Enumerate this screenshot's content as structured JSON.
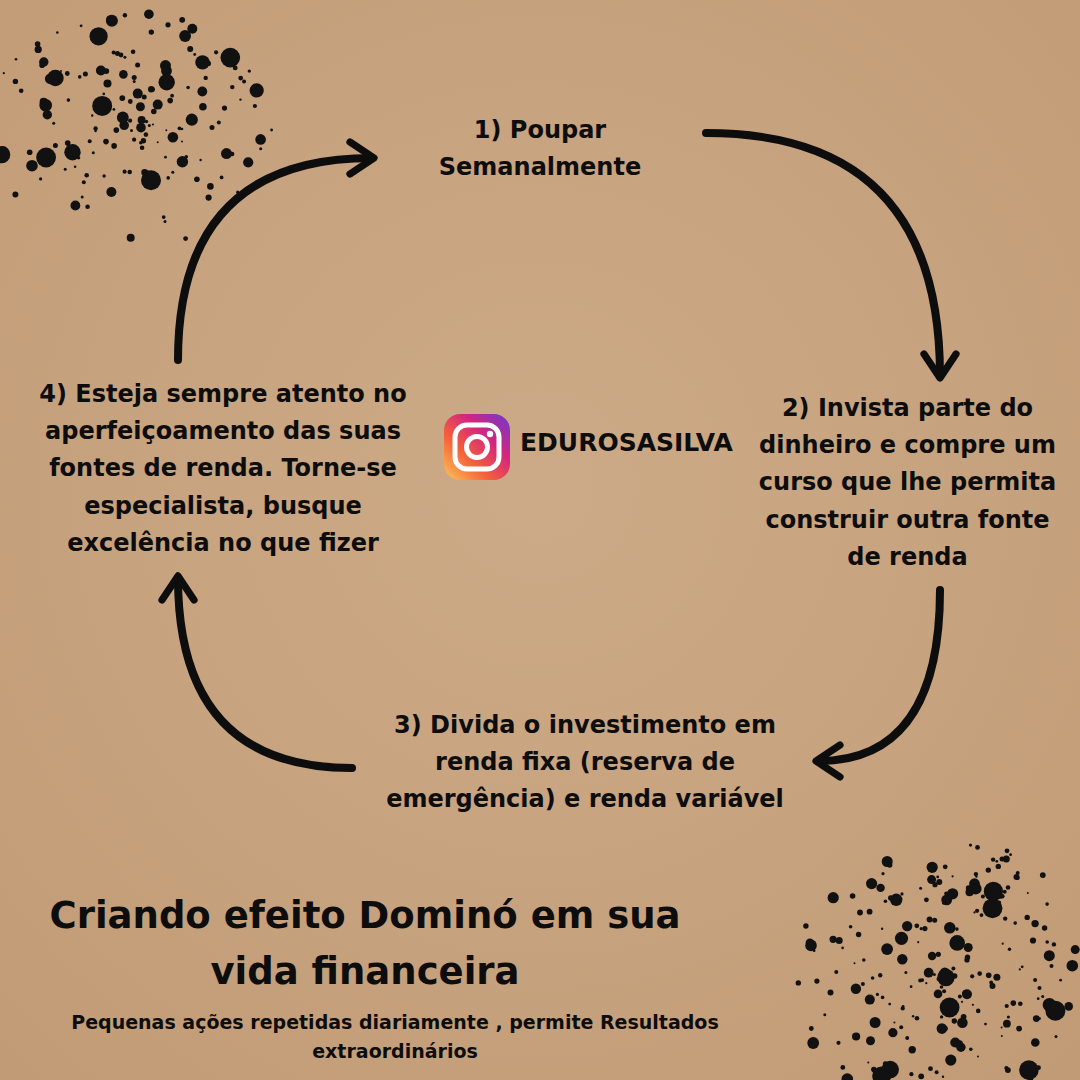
{
  "diagram": {
    "title": "Criando efeito Dominó em sua vida financeira",
    "caption": "Pequenas ações repetidas diariamente , permite Resultados extraordinários",
    "nodes": [
      {
        "text": [
          "1) Poupar Semanalmente"
        ]
      },
      {
        "text": [
          "2) Invista parte do dinheiro e compre um curso que lhe permita construir outra fonte de renda"
        ]
      },
      {
        "text": [
          "3) Divida o investimento em renda fixa (reserva de emergência) e renda variável"
        ]
      },
      {
        "text": [
          "4) Esteja sempre atento no aperfeiçoamento das suas fontes de renda. Torne-se especialista, busque excelência no que fizer"
        ]
      }
    ],
    "edges": [
      {
        "from": 0,
        "to": 1,
        "arrow": "to"
      },
      {
        "from": 1,
        "to": 2,
        "arrow": "to"
      },
      {
        "from": 2,
        "to": 3,
        "arrow": "to"
      },
      {
        "from": 3,
        "to": 0,
        "arrow": "to"
      }
    ],
    "labels": [
      "EDUROSASILVA"
    ]
  }
}
